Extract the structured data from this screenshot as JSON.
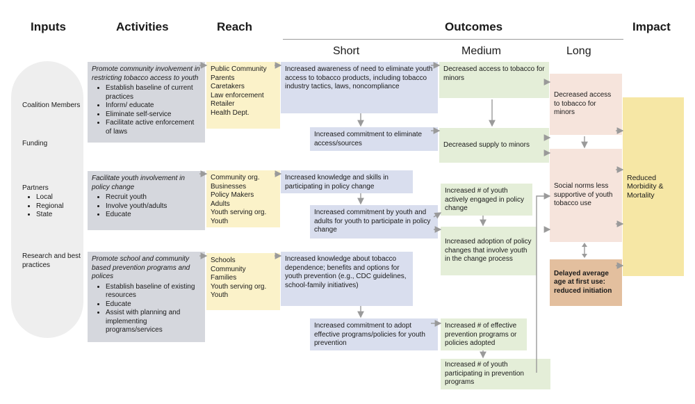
{
  "headers": {
    "inputs": "Inputs",
    "activities": "Activities",
    "reach": "Reach",
    "outcomes": "Outcomes",
    "impact": "Impact",
    "short": "Short",
    "medium": "Medium",
    "long": "Long"
  },
  "inputs": {
    "coalition": "Coalition Members",
    "funding": "Funding",
    "partners": "Partners",
    "partner_items": [
      "Local",
      "Regional",
      "State"
    ],
    "research": "Research and best practices"
  },
  "activities": [
    {
      "title": "Promote community involvement in restricting tobacco access to youth",
      "items": [
        "Establish baseline of current practices",
        "Inform/ educate",
        "Eliminate self-service",
        "Facilitate active enforcement of laws"
      ]
    },
    {
      "title": "Facilitate youth involvement in policy change",
      "items": [
        "Recruit youth",
        "Involve youth/adults",
        "Educate"
      ]
    },
    {
      "title": "Promote school and community based prevention programs and polices",
      "items": [
        "Establish baseline of existing resources",
        "Educate",
        "Assist with planning and implementing programs/services"
      ]
    }
  ],
  "reach": [
    [
      "Public Community",
      "Parents",
      "Caretakers",
      "Law enforcement",
      "Retailer",
      "Health Dept."
    ],
    [
      "Community org.",
      "Businesses",
      "Policy Makers",
      "Adults",
      "Youth serving org.",
      "Youth"
    ],
    [
      "Schools",
      "Community",
      "Families",
      "Youth serving org.",
      "Youth"
    ]
  ],
  "short": {
    "s1": "Increased awareness of need to eliminate youth access to tobacco products, including tobacco industry tactics, laws, noncompliance",
    "s2": "Increased commitment to eliminate access/sources",
    "s3": "Increased knowledge and skills in participating in policy change",
    "s4": "Increased commitment by youth and adults for youth to participate in policy change",
    "s5": "Increased knowledge about tobacco dependence; benefits and options for youth prevention (e.g., CDC guidelines, school-family initiatives)",
    "s6": "Increased commitment to adopt effective programs/policies for youth prevention"
  },
  "medium": {
    "m1": "Decreased access to tobacco for minors",
    "m2": "Decreased supply to minors",
    "m3": "Increased # of youth actively engaged in policy change",
    "m4": "Increased adoption of policy changes that involve youth in the change process",
    "m5": "Increased # of effective prevention programs or policies adopted",
    "m6": "Increased # of youth participating in prevention programs"
  },
  "long": {
    "l1": "Decreased access to tobacco for minors",
    "l2": "Social norms less supportive of youth tobacco use",
    "l3": "Delayed average age at first use: reduced initiation"
  },
  "impact": "Reduced Morbidity & Mortality"
}
